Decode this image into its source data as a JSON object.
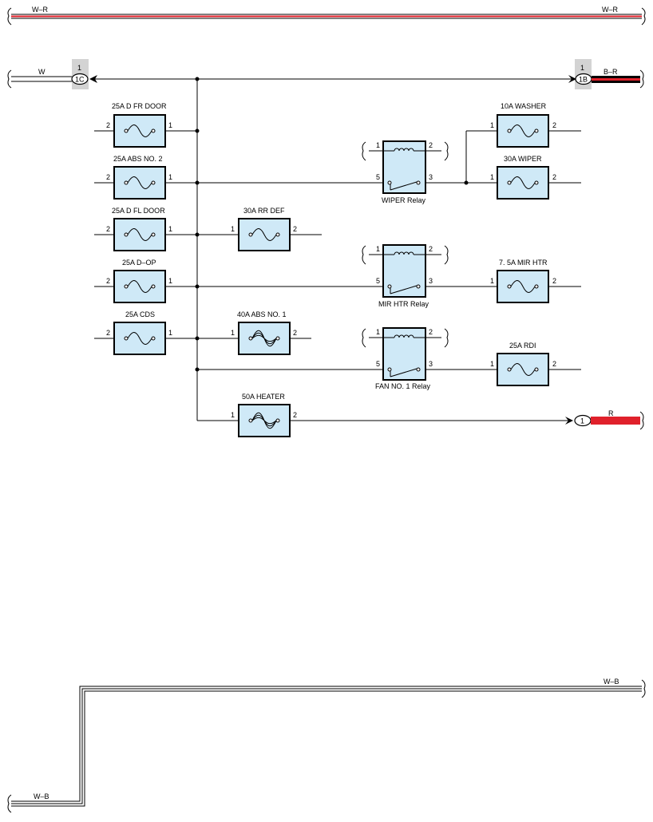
{
  "colors": {
    "fuse_fill": "#cfe9f7",
    "wire_red": "#e0212b",
    "connector_tab": "#d3d3d3"
  },
  "wires": {
    "top_left": "W–R",
    "top_right": "W–R",
    "left_input": "W",
    "right_output_top": "B–R",
    "right_output_bottom": "R",
    "bottom_right": "W–B",
    "bottom_left": "W–B"
  },
  "connectors": {
    "left": {
      "pin": "1",
      "code": "1C"
    },
    "right": {
      "pin": "1",
      "code": "1B"
    },
    "output": {
      "pin": "1"
    }
  },
  "fuses": [
    {
      "label": "25A D FR DOOR",
      "pin_left": "2",
      "pin_right": "1",
      "icon": "fuse-symbol"
    },
    {
      "label": "25A ABS NO. 2",
      "pin_left": "2",
      "pin_right": "1",
      "icon": "fuse-symbol"
    },
    {
      "label": "25A D FL DOOR",
      "pin_left": "2",
      "pin_right": "1",
      "icon": "fuse-symbol"
    },
    {
      "label": "25A D–OP",
      "pin_left": "2",
      "pin_right": "1",
      "icon": "fuse-symbol"
    },
    {
      "label": "25A CDS",
      "pin_left": "2",
      "pin_right": "1",
      "icon": "fuse-symbol"
    },
    {
      "label": "30A RR DEF",
      "pin_left": "1",
      "pin_right": "2",
      "icon": "fuse-symbol"
    },
    {
      "label": "40A ABS NO. 1",
      "pin_left": "1",
      "pin_right": "2",
      "icon": "fusible-link-symbol"
    },
    {
      "label": "50A HEATER",
      "pin_left": "1",
      "pin_right": "2",
      "icon": "fusible-link-symbol"
    },
    {
      "label": "10A WASHER",
      "pin_left": "1",
      "pin_right": "2",
      "icon": "fuse-symbol"
    },
    {
      "label": "30A WIPER",
      "pin_left": "1",
      "pin_right": "2",
      "icon": "fuse-symbol"
    },
    {
      "label": "7. 5A MIR HTR",
      "pin_left": "1",
      "pin_right": "2",
      "icon": "fuse-symbol"
    },
    {
      "label": "25A RDI",
      "pin_left": "1",
      "pin_right": "2",
      "icon": "fuse-symbol"
    }
  ],
  "relays": [
    {
      "label": "WIPER Relay",
      "pins": [
        "1",
        "2",
        "5",
        "3"
      ]
    },
    {
      "label": "MIR HTR Relay",
      "pins": [
        "1",
        "2",
        "5",
        "3"
      ]
    },
    {
      "label": "FAN NO. 1 Relay",
      "pins": [
        "1",
        "2",
        "5",
        "3"
      ]
    }
  ]
}
